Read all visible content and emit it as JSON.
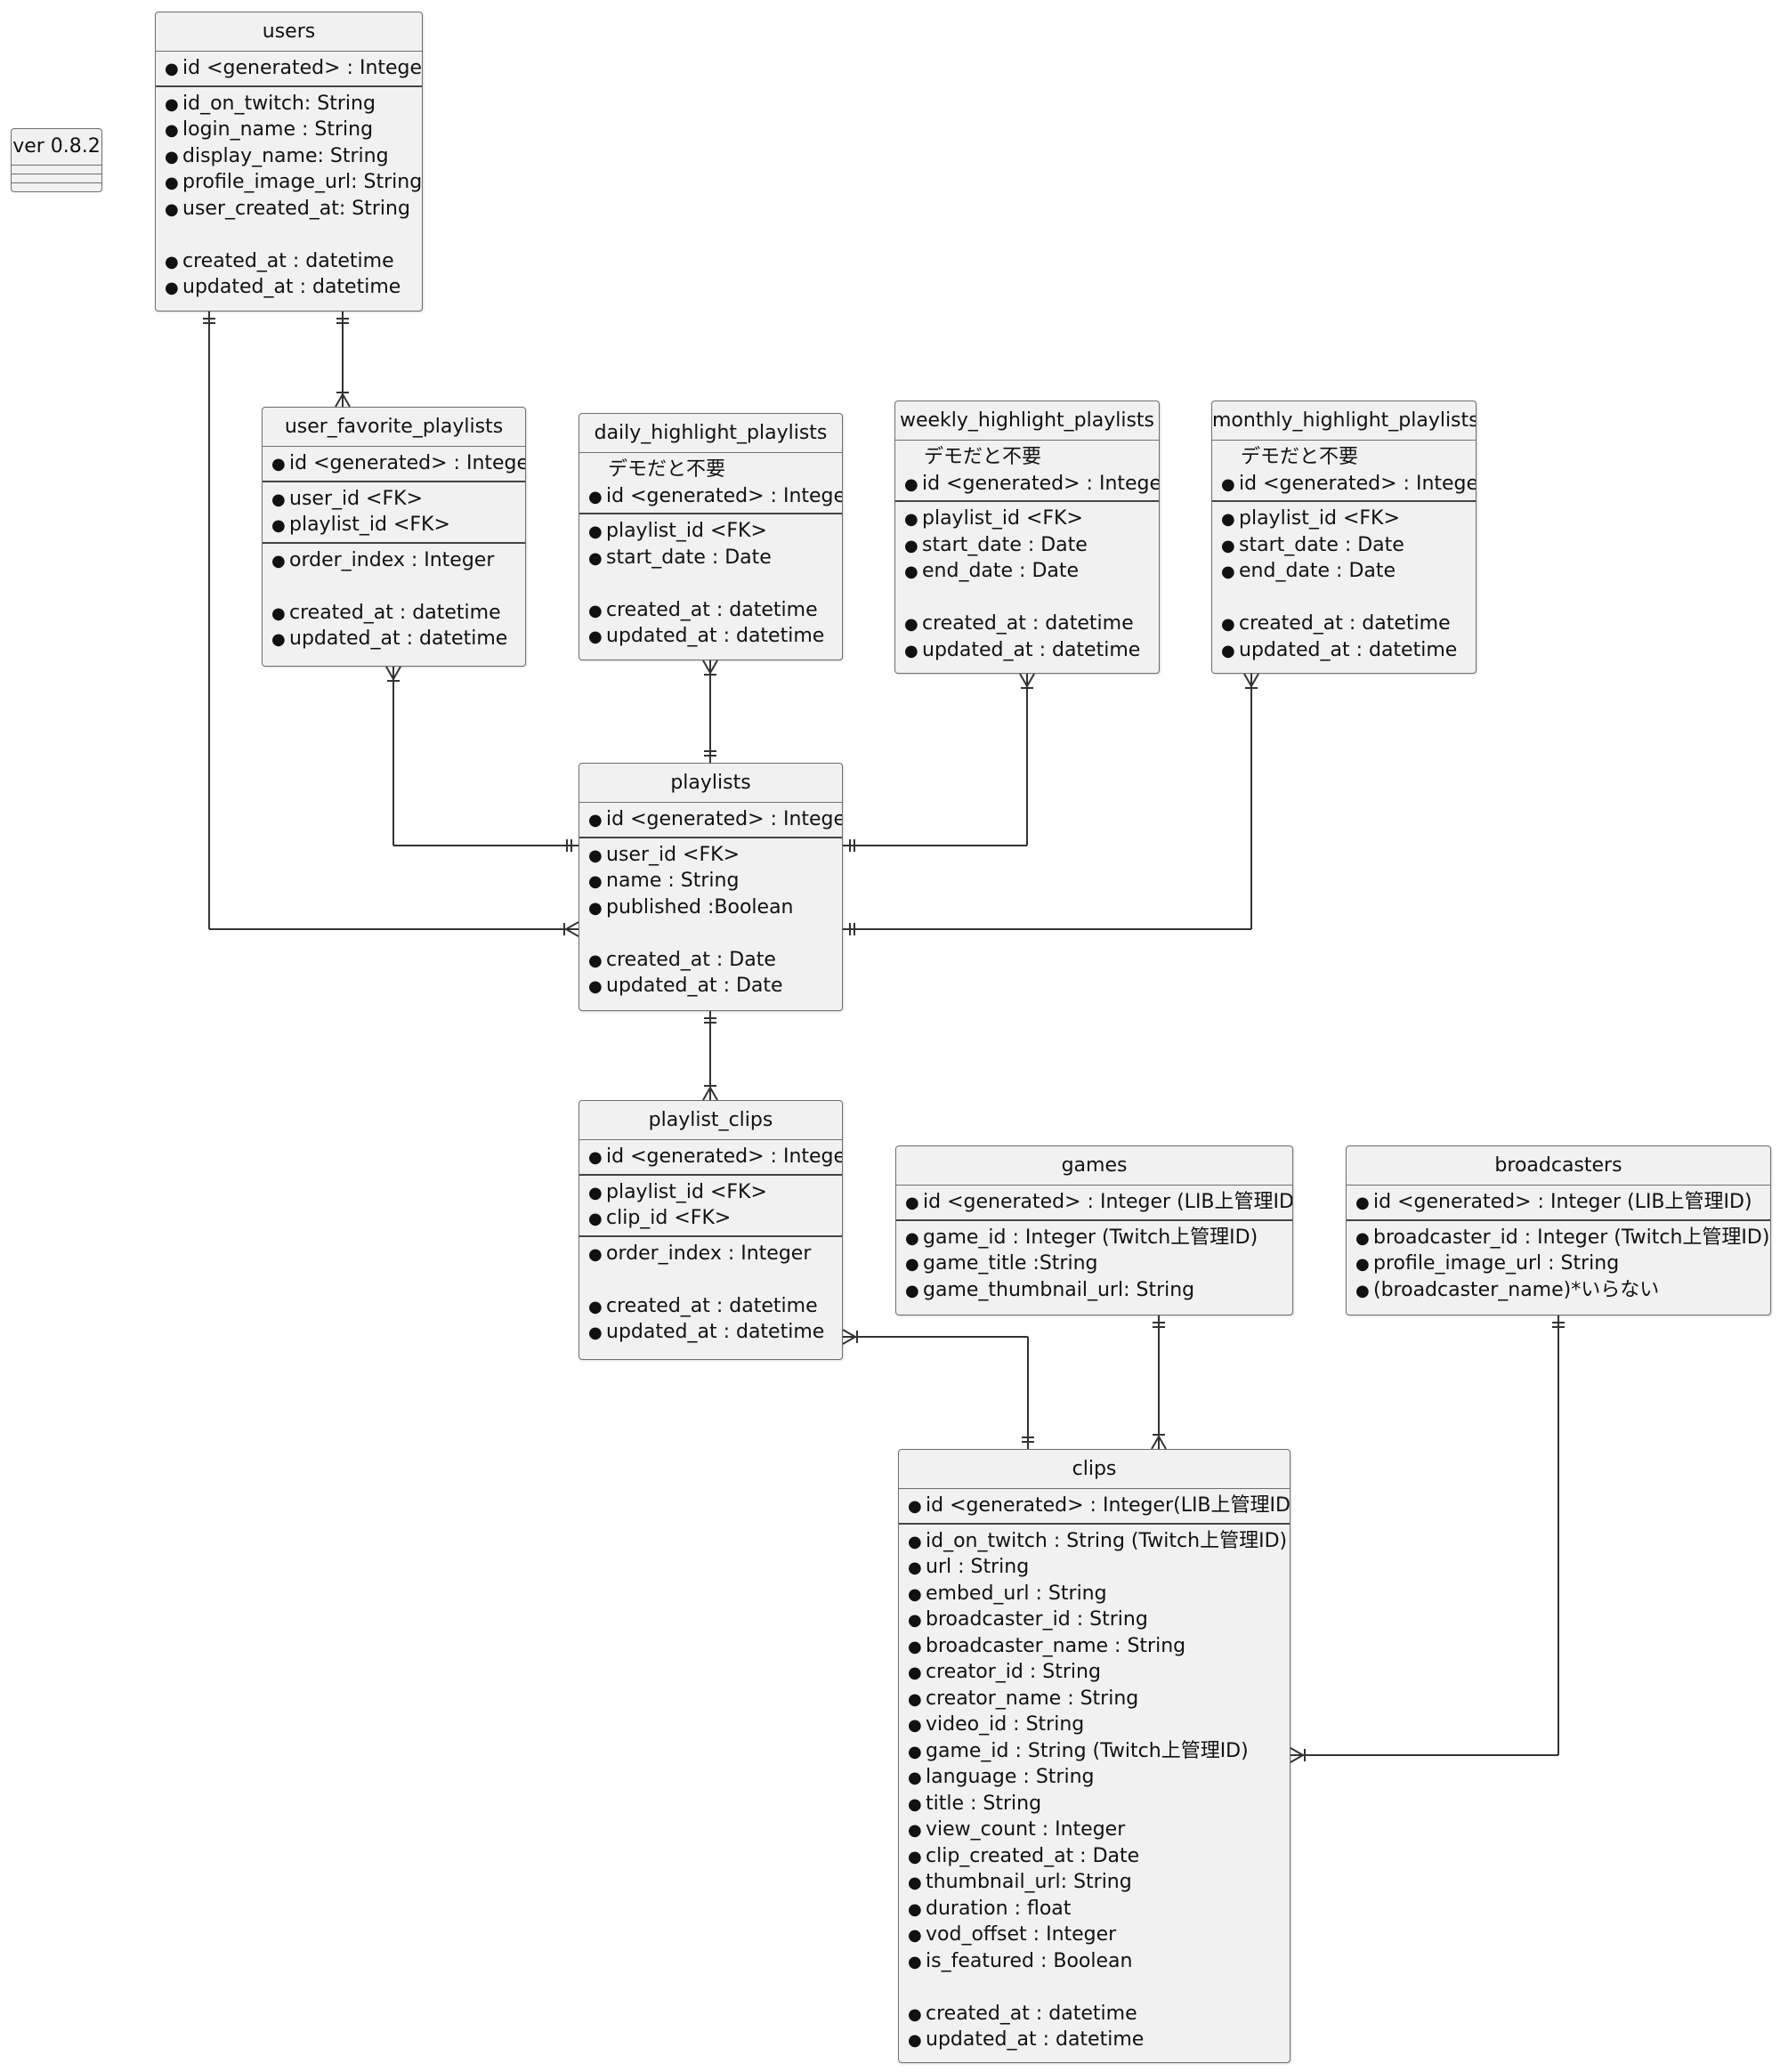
{
  "version_label": "ver 0.8.2",
  "entities": {
    "users": {
      "title": "users",
      "sections": [
        [
          {
            "text": "id <generated> : Integer",
            "bullet": true
          }
        ],
        [
          {
            "text": "id_on_twitch: String",
            "bullet": true
          },
          {
            "text": "login_name : String",
            "bullet": true
          },
          {
            "text": "display_name: String",
            "bullet": true
          },
          {
            "text": "profile_image_url: String",
            "bullet": true
          },
          {
            "text": "user_created_at: String",
            "bullet": true
          },
          {
            "text": "",
            "bullet": false
          },
          {
            "text": "created_at : datetime",
            "bullet": true
          },
          {
            "text": "updated_at : datetime",
            "bullet": true
          }
        ]
      ]
    },
    "user_favorite_playlists": {
      "title": "user_favorite_playlists",
      "sections": [
        [
          {
            "text": "id <generated> : Integer",
            "bullet": true
          }
        ],
        [
          {
            "text": "user_id <FK>",
            "bullet": true
          },
          {
            "text": "playlist_id <FK>",
            "bullet": true
          }
        ],
        [
          {
            "text": "order_index : Integer",
            "bullet": true
          },
          {
            "text": "",
            "bullet": false
          },
          {
            "text": "created_at : datetime",
            "bullet": true
          },
          {
            "text": "updated_at : datetime",
            "bullet": true
          }
        ]
      ]
    },
    "daily_highlight_playlists": {
      "title": "daily_highlight_playlists",
      "sections": [
        [
          {
            "text": "デモだと不要",
            "bullet": false,
            "note": true
          },
          {
            "text": "id <generated> : Integer",
            "bullet": true
          }
        ],
        [
          {
            "text": "playlist_id <FK>",
            "bullet": true
          },
          {
            "text": "start_date : Date",
            "bullet": true
          },
          {
            "text": "",
            "bullet": false
          },
          {
            "text": "created_at : datetime",
            "bullet": true
          },
          {
            "text": "updated_at : datetime",
            "bullet": true
          }
        ]
      ]
    },
    "weekly_highlight_playlists": {
      "title": "weekly_highlight_playlists",
      "sections": [
        [
          {
            "text": "デモだと不要",
            "bullet": false,
            "note": true
          },
          {
            "text": "id <generated> : Integer",
            "bullet": true
          }
        ],
        [
          {
            "text": "playlist_id <FK>",
            "bullet": true
          },
          {
            "text": "start_date : Date",
            "bullet": true
          },
          {
            "text": "end_date : Date",
            "bullet": true
          },
          {
            "text": "",
            "bullet": false
          },
          {
            "text": "created_at : datetime",
            "bullet": true
          },
          {
            "text": "updated_at : datetime",
            "bullet": true
          }
        ]
      ]
    },
    "monthly_highlight_playlists": {
      "title": "monthly_highlight_playlists",
      "sections": [
        [
          {
            "text": "デモだと不要",
            "bullet": false,
            "note": true
          },
          {
            "text": "id <generated> : Integer",
            "bullet": true
          }
        ],
        [
          {
            "text": "playlist_id <FK>",
            "bullet": true
          },
          {
            "text": "start_date : Date",
            "bullet": true
          },
          {
            "text": "end_date : Date",
            "bullet": true
          },
          {
            "text": "",
            "bullet": false
          },
          {
            "text": "created_at : datetime",
            "bullet": true
          },
          {
            "text": "updated_at : datetime",
            "bullet": true
          }
        ]
      ]
    },
    "playlists": {
      "title": "playlists",
      "sections": [
        [
          {
            "text": "id <generated> : Integer",
            "bullet": true
          }
        ],
        [
          {
            "text": "user_id <FK>",
            "bullet": true
          },
          {
            "text": "name : String",
            "bullet": true
          },
          {
            "text": "published :Boolean",
            "bullet": true
          },
          {
            "text": "",
            "bullet": false
          },
          {
            "text": "created_at : Date",
            "bullet": true
          },
          {
            "text": "updated_at : Date",
            "bullet": true
          }
        ]
      ]
    },
    "playlist_clips": {
      "title": "playlist_clips",
      "sections": [
        [
          {
            "text": "id <generated> : Integer",
            "bullet": true
          }
        ],
        [
          {
            "text": "playlist_id <FK>",
            "bullet": true
          },
          {
            "text": "clip_id <FK>",
            "bullet": true
          }
        ],
        [
          {
            "text": "order_index : Integer",
            "bullet": true
          },
          {
            "text": "",
            "bullet": false
          },
          {
            "text": "created_at : datetime",
            "bullet": true
          },
          {
            "text": "updated_at : datetime",
            "bullet": true
          }
        ]
      ]
    },
    "games": {
      "title": "games",
      "sections": [
        [
          {
            "text": "id <generated> : Integer (LIB上管理ID)",
            "bullet": true
          }
        ],
        [
          {
            "text": "game_id : Integer (Twitch上管理ID)",
            "bullet": true
          },
          {
            "text": "game_title :String",
            "bullet": true
          },
          {
            "text": "game_thumbnail_url: String",
            "bullet": true
          }
        ]
      ]
    },
    "broadcasters": {
      "title": "broadcasters",
      "sections": [
        [
          {
            "text": "id <generated> : Integer (LIB上管理ID)",
            "bullet": true
          }
        ],
        [
          {
            "text": "broadcaster_id : Integer (Twitch上管理ID)",
            "bullet": true
          },
          {
            "text": "profile_image_url : String",
            "bullet": true
          },
          {
            "text": "(broadcaster_name)*いらない",
            "bullet": true
          }
        ]
      ]
    },
    "clips": {
      "title": "clips",
      "sections": [
        [
          {
            "text": "id <generated> : Integer(LIB上管理ID)",
            "bullet": true
          }
        ],
        [
          {
            "text": "id_on_twitch : String (Twitch上管理ID)",
            "bullet": true
          },
          {
            "text": "url : String",
            "bullet": true
          },
          {
            "text": "embed_url : String",
            "bullet": true
          },
          {
            "text": "broadcaster_id : String",
            "bullet": true
          },
          {
            "text": "broadcaster_name : String",
            "bullet": true
          },
          {
            "text": "creator_id : String",
            "bullet": true
          },
          {
            "text": "creator_name : String",
            "bullet": true
          },
          {
            "text": "video_id : String",
            "bullet": true
          },
          {
            "text": "game_id : String (Twitch上管理ID)",
            "bullet": true
          },
          {
            "text": "language : String",
            "bullet": true
          },
          {
            "text": "title : String",
            "bullet": true
          },
          {
            "text": "view_count : Integer",
            "bullet": true
          },
          {
            "text": "clip_created_at : Date",
            "bullet": true
          },
          {
            "text": "thumbnail_url: String",
            "bullet": true
          },
          {
            "text": "duration : float",
            "bullet": true
          },
          {
            "text": "vod_offset : Integer",
            "bullet": true
          },
          {
            "text": "is_featured : Boolean",
            "bullet": true
          },
          {
            "text": "",
            "bullet": false
          },
          {
            "text": "created_at : datetime",
            "bullet": true
          },
          {
            "text": "updated_at : datetime",
            "bullet": true
          }
        ]
      ]
    }
  },
  "relationships": [
    {
      "from": "users",
      "from_card": "one",
      "to": "user_favorite_playlists",
      "to_card": "many"
    },
    {
      "from": "users",
      "from_card": "one",
      "to": "playlists",
      "to_card": "many"
    },
    {
      "from": "playlists",
      "from_card": "one",
      "to": "user_favorite_playlists",
      "to_card": "many"
    },
    {
      "from": "playlists",
      "from_card": "one",
      "to": "daily_highlight_playlists",
      "to_card": "many"
    },
    {
      "from": "playlists",
      "from_card": "one",
      "to": "weekly_highlight_playlists",
      "to_card": "many"
    },
    {
      "from": "playlists",
      "from_card": "one",
      "to": "monthly_highlight_playlists",
      "to_card": "many"
    },
    {
      "from": "playlists",
      "from_card": "one",
      "to": "playlist_clips",
      "to_card": "many"
    },
    {
      "from": "clips",
      "from_card": "one",
      "to": "playlist_clips",
      "to_card": "many"
    },
    {
      "from": "games",
      "from_card": "one",
      "to": "clips",
      "to_card": "many"
    },
    {
      "from": "broadcasters",
      "from_card": "one",
      "to": "clips",
      "to_card": "many"
    }
  ],
  "colors": {
    "box_fill": "#f1f1f1",
    "box_border": "#6e6e6e",
    "line": "#333333"
  }
}
